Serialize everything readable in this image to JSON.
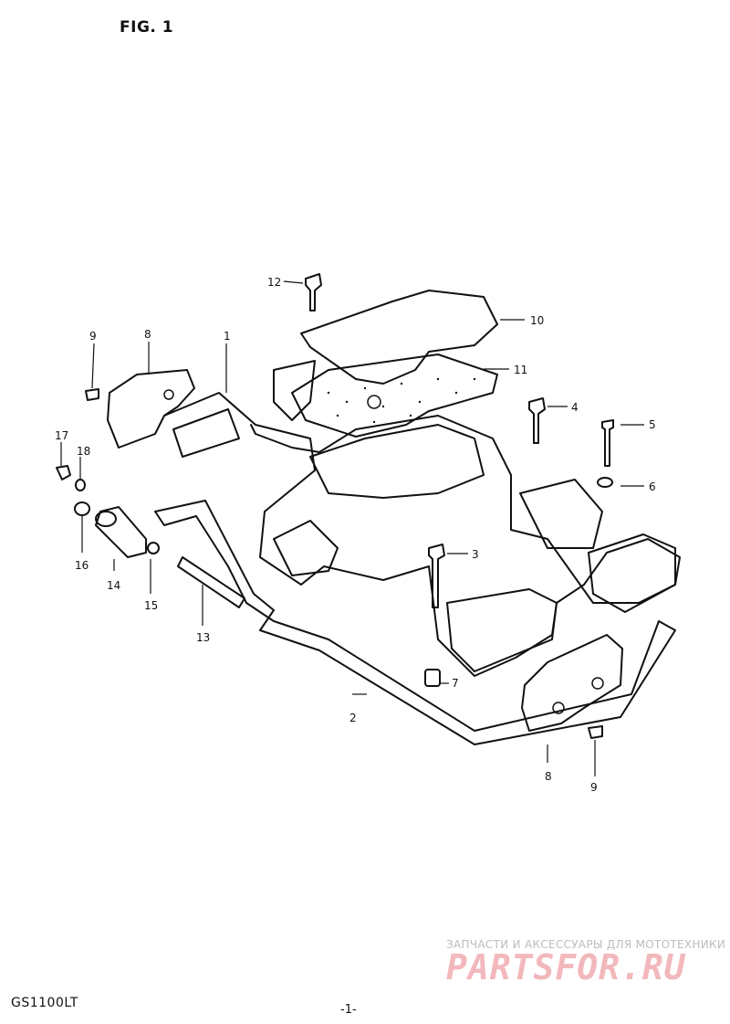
{
  "figure": {
    "title": "FIG. 1"
  },
  "footer": {
    "model": "GS1100LT",
    "page_number": "-1-"
  },
  "watermark": {
    "tagline": "ЗАПЧАСТИ И АКСЕССУАРЫ ДЛЯ МОТОТЕХНИКИ",
    "brand": "PARTSFOR.RU",
    "brand_color": "#f2b8bc"
  },
  "callouts": [
    "1",
    "2",
    "3",
    "4",
    "5",
    "6",
    "7",
    "8",
    "9",
    "10",
    "11",
    "12",
    "13",
    "14",
    "15",
    "16",
    "17",
    "18",
    "8",
    "9"
  ]
}
